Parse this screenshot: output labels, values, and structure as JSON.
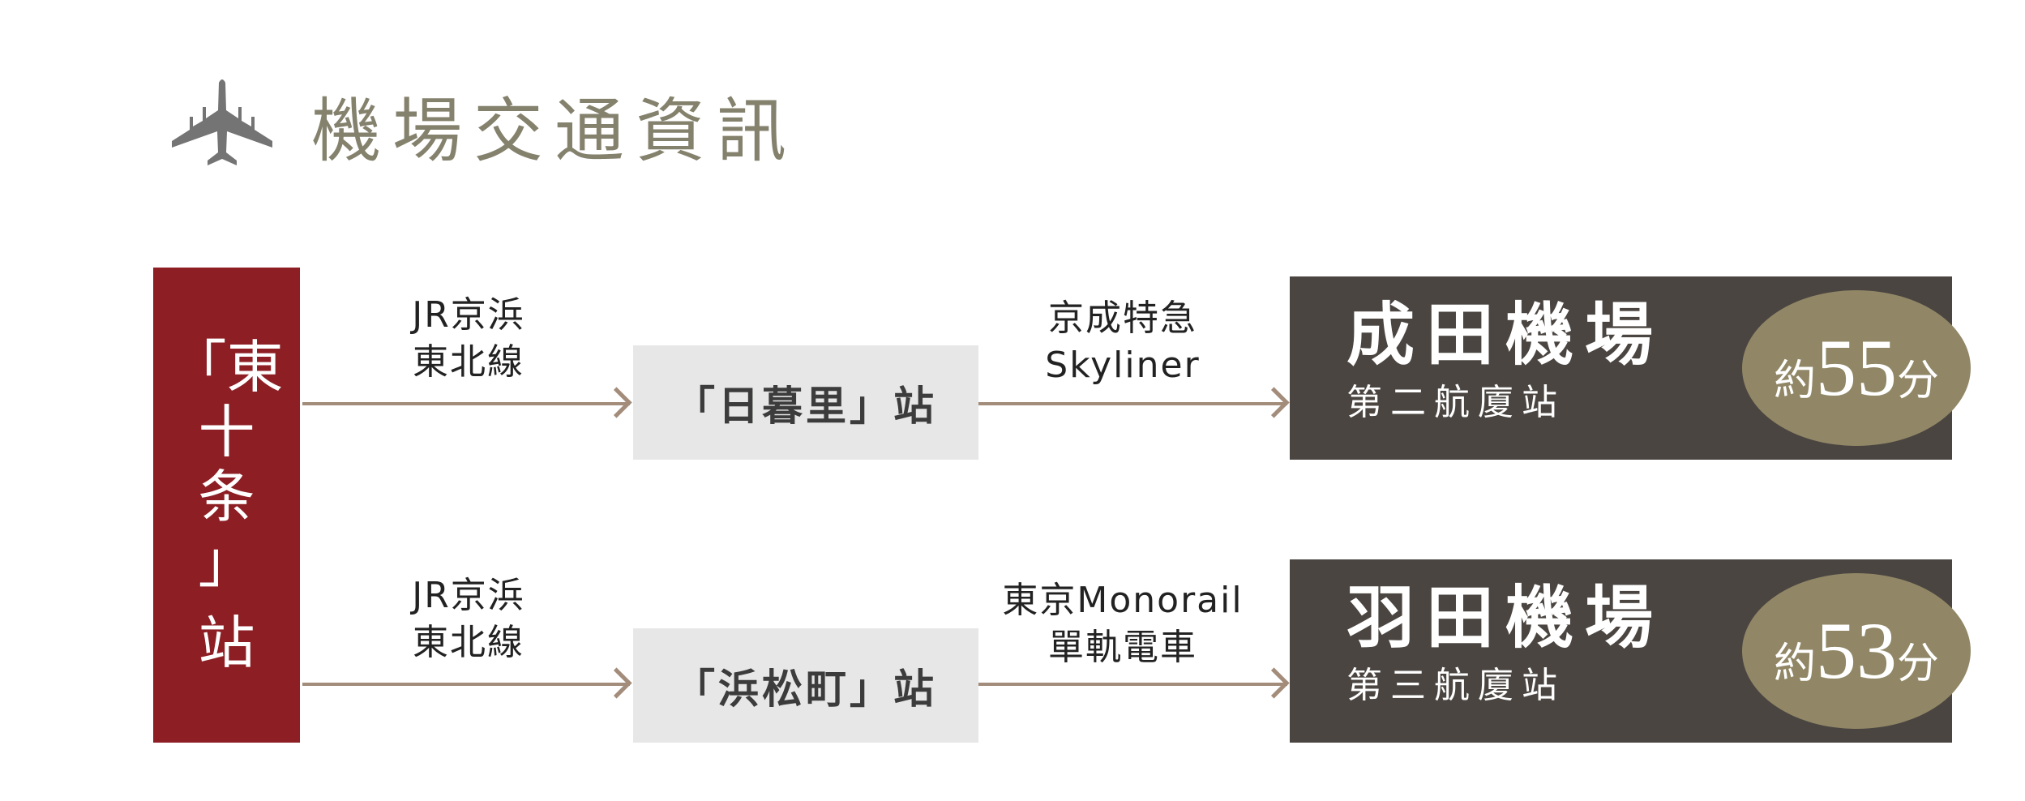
{
  "header": {
    "icon": "airplane-icon",
    "title": "機場交通資訊"
  },
  "origin": {
    "lines": [
      "「東",
      "十",
      "条",
      "」",
      "站"
    ]
  },
  "routes": [
    {
      "line1_label": [
        "JR京浜",
        "東北線"
      ],
      "transfer": "「日暮里」站",
      "line2_label": [
        "京成特急",
        "Skyliner"
      ],
      "destination": "成田機場",
      "terminal": "第二航廈站",
      "time": {
        "prefix": "約",
        "minutes": "55",
        "suffix": "分"
      }
    },
    {
      "line1_label": [
        "JR京浜",
        "東北線"
      ],
      "transfer": "「浜松町」站",
      "line2_label": [
        "東京Monorail",
        "單軌電車"
      ],
      "destination": "羽田機場",
      "terminal": "第三航廈站",
      "time": {
        "prefix": "約",
        "minutes": "53",
        "suffix": "分"
      }
    }
  ],
  "colors": {
    "origin": "#8d1e24",
    "destination": "#4a4541",
    "badge": "#918766",
    "transfer": "#e6e7e6",
    "arrow": "#a38c7a",
    "title": "#84816d"
  }
}
